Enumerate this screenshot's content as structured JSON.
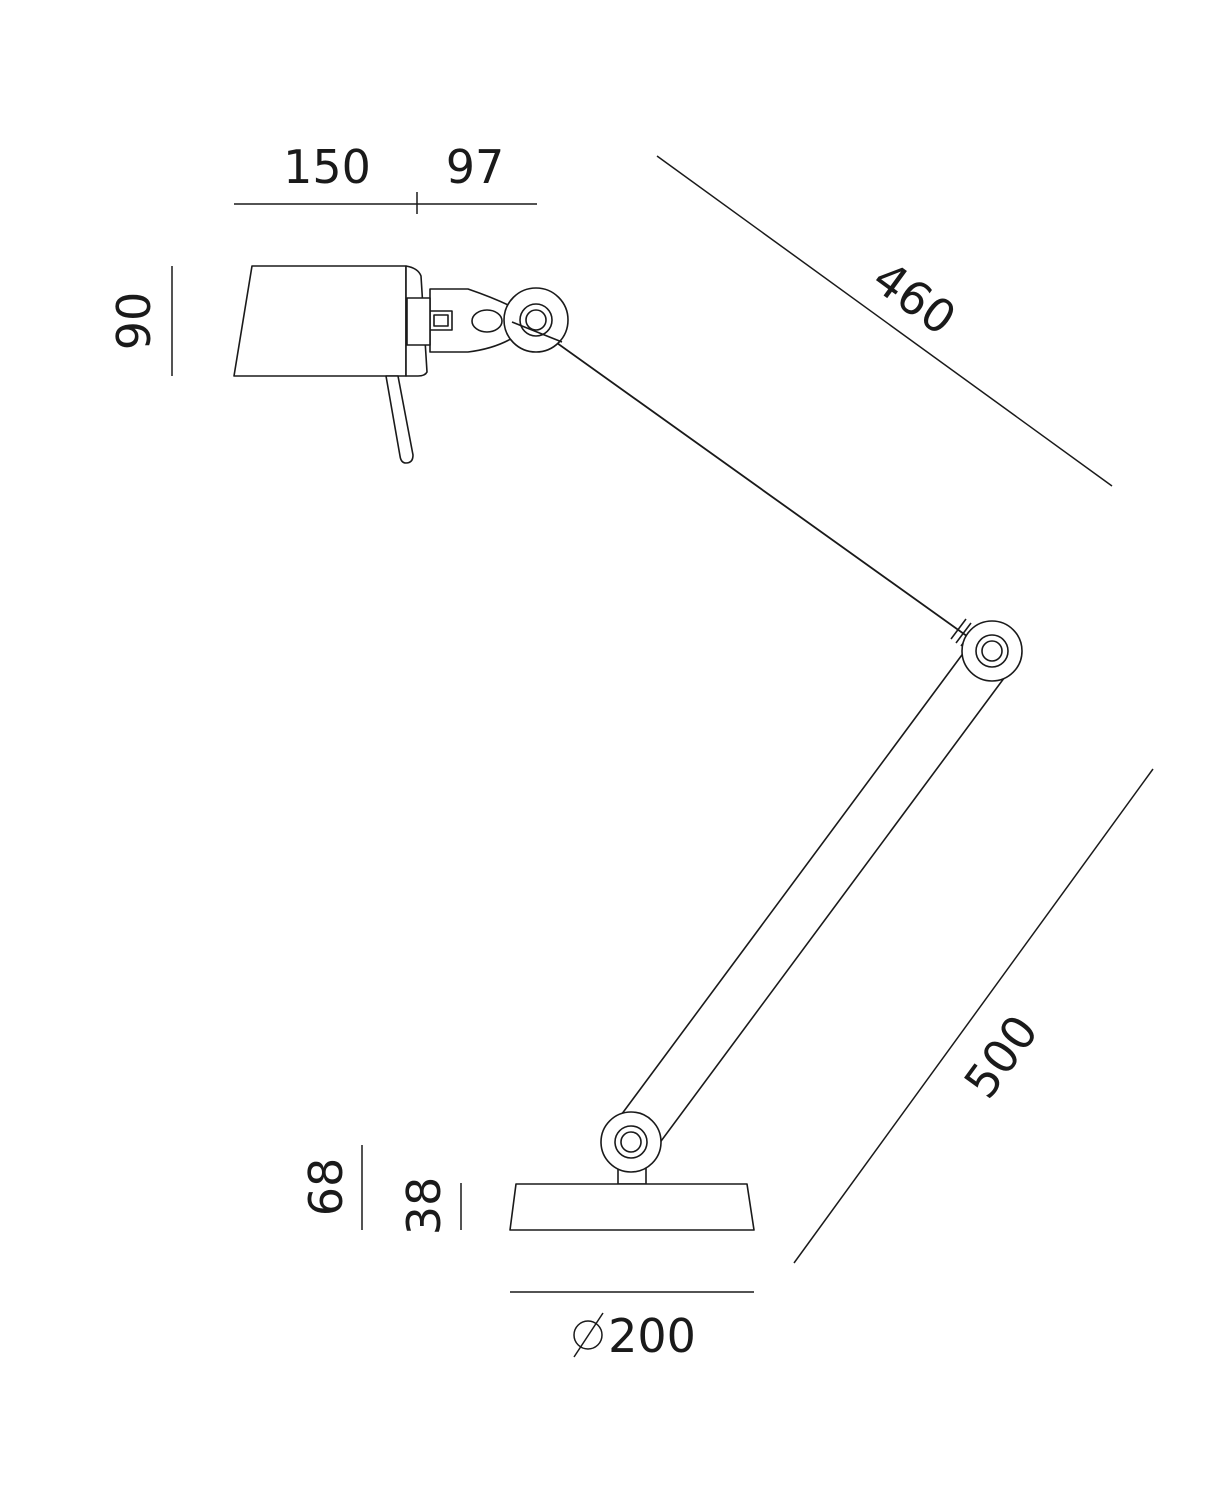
{
  "drawing": {
    "line_color": "#1a1a1a",
    "background_color": "#ffffff"
  },
  "dimensions": {
    "shade_length": "150",
    "shade_hinge_offset": "97",
    "shade_height": "90",
    "upper_arm_length": "460",
    "lower_arm_length": "500",
    "base_total_height": "68",
    "base_plate_height": "38",
    "base_diameter": "200",
    "diameter_symbol_icon": "diameter-symbol"
  }
}
